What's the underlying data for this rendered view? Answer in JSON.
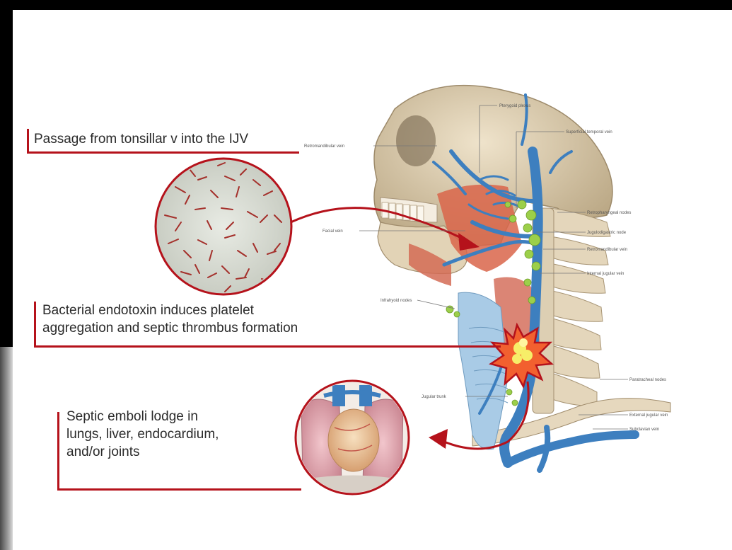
{
  "callouts": {
    "passage": "Passage from tonsillar v into the IJV",
    "endotoxin": "Bacterial endotoxin induces platelet\naggregation and septic thrombus formation",
    "emboli": "Septic emboli lodge in\nlungs, liver, endocardium,\nand/or joints"
  },
  "anatomy_labels": {
    "pterygoid": "Pterygoid plexus",
    "superficial_temporal": "Superficial temporal vein",
    "retromandibular_top": "Retromandibular vein",
    "retropharyngeal": "Retropharyngeal nodes",
    "jugulodigastric": "Jugulodigastric node",
    "retromandibular_right": "Retromandibular vein",
    "facial": "Facial vein",
    "internal_jugular": "Internal jugular vein",
    "infrahyoid": "Infrahyoid nodes",
    "paratracheal": "Paratracheal nodes",
    "jugular_trunk": "Jugular trunk",
    "external_jugular": "External jugular vein",
    "subclavian": "Subclavian vein"
  },
  "colors": {
    "accent": "#b5121b",
    "vein": "#3d7fbf",
    "bone": "#e6d8be",
    "muscle": "#d9654a",
    "node": "#9ccf4a"
  }
}
